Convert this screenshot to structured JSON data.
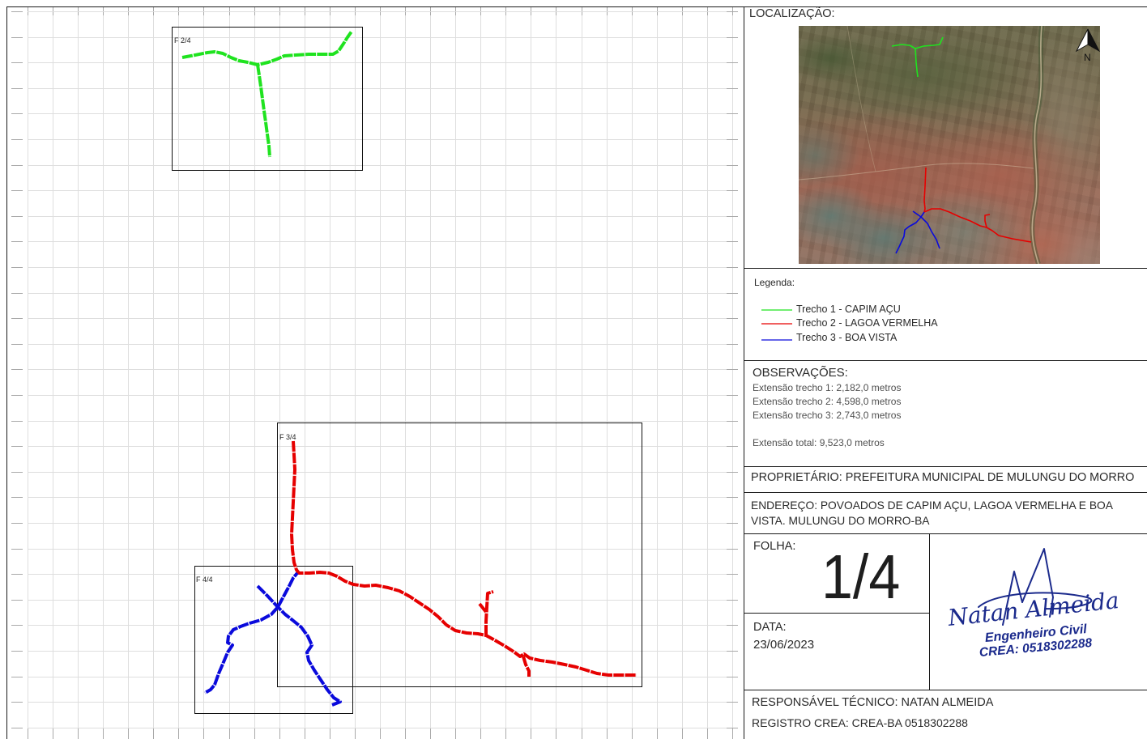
{
  "drawing": {
    "frames": [
      {
        "label": "F 2/4"
      },
      {
        "label": "F 3/4"
      },
      {
        "label": "F 4/4"
      }
    ]
  },
  "location": {
    "title": "LOCALIZAÇÃO:",
    "north": "N"
  },
  "legend": {
    "title": "Legenda:",
    "items": [
      {
        "label": "Trecho 1 - CAPIM AÇU",
        "color": "#1fe31f"
      },
      {
        "label": "Trecho 2 - LAGOA VERMELHA",
        "color": "#e60000"
      },
      {
        "label": "Trecho 3 - BOA VISTA",
        "color": "#0a0adc"
      }
    ]
  },
  "observations": {
    "title": "OBSERVAÇÕES:",
    "lines": [
      "Extensão trecho 1: 2,182,0 metros",
      "Extensão trecho 2: 4,598,0 metros",
      "Extensão trecho 3: 2,743,0 metros"
    ],
    "total": "Extensão total: 9,523,0 metros"
  },
  "owner": "PROPRIETÁRIO: PREFEITURA MUNICIPAL DE MULUNGU DO MORRO",
  "address": {
    "lines": [
      "ENDEREÇO: POVOADOS DE CAPIM AÇU, LAGOA VERMELHA E BOA",
      "VISTA. MULUNGU DO MORRO-BA"
    ]
  },
  "sheet": {
    "label": "FOLHA:",
    "value": "1/4"
  },
  "date": {
    "label": "DATA:",
    "value": "23/06/2023"
  },
  "signature": {
    "name": "Natan Almeida",
    "title": "Engenheiro Civil",
    "crea": "CREA: 0518302288",
    "ink_color": "#1b2a8c"
  },
  "responsible": "RESPONSÁVEL TÉCNICO: NATAN ALMEIDA",
  "registration": "REGISTRO CREA: CREA-BA 0518302288"
}
